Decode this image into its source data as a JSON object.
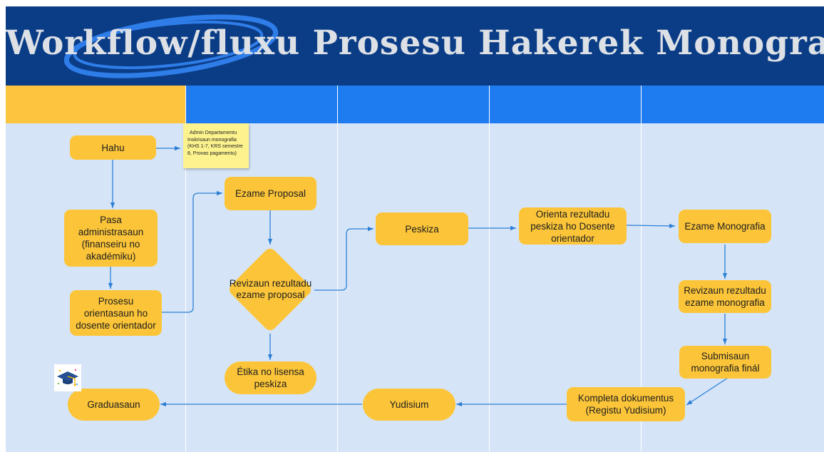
{
  "title": "Workflow/fluxu Prosesu Hakerek Monografia",
  "colors": {
    "header_bg": "#0b3d87",
    "title_text": "#dde1e6",
    "swirl": "#2f7de8",
    "lane1_header": "#fcc43f",
    "lane_header": "#1f7cf0",
    "body_bg": "#d5e5f7",
    "node": "#fcc539",
    "sticky": "#fdf38e",
    "arrow": "#2d7fd6"
  },
  "icons": [
    "graduation-cap-icon"
  ],
  "nodes": {
    "hahu": "Hahu",
    "pasa_admin": "Pasa administrasaun (finanseiru no akadémiku)",
    "prosesu_orientasaun": "Prosesu orientasaun ho dosente orientador",
    "ezame_proposal": "Ezame Proposal",
    "revizaun_proposal": "Revizaun rezultadu ezame proposal",
    "etika": "Étika no lisensa peskiza",
    "peskiza": "Peskiza",
    "orienta": "Orienta rezultadu peskiza ho Dosente orientador",
    "ezame_monografia": "Ezame Monografia",
    "revizaun_monografia": "Revizaun rezultadu ezame monografia",
    "submisaun": "Submisaun monografia finál",
    "kompleta": "Kompleta dokumentus (Registu Yudisium)",
    "yudisium": "Yudisium",
    "graduasaun": "Graduasaun"
  },
  "note": {
    "line1": "Admin Departamentu",
    "line2": "Inskrisaun monografia (KHS 1-7, KRS semestre 8, Provas pagamentu)"
  }
}
